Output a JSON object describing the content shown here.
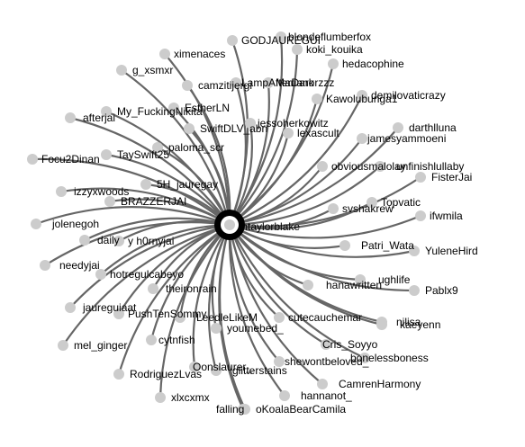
{
  "graph": {
    "center_label": "thtaylorblake",
    "node_color": "#cccccc",
    "edge_color": "#666666",
    "hub_color": "#000000",
    "nodes": [
      "GODJAUREGUI",
      "blondeflumberfox",
      "koki_kouika",
      "ximenaces",
      "hedacophine",
      "g_xsmxr",
      "camzitijergi",
      "LampAfterDark",
      "Marianorzzz",
      "Kawolubunga1",
      "demilovaticrazy",
      "EstherLN",
      "My_FuckingNikita",
      "afterjai",
      "SwiftDLV_abn",
      "jessoherkowitz",
      "lexascult",
      "darthlluna",
      "jamesyammoeni",
      "paloma_scr",
      "Focu2Dinan",
      "TaySwift25",
      "obviousmalolay",
      "unfinishlullaby",
      "FisterJai",
      "5H_jauregay",
      "izzyxwoods",
      "BRAZZERJAI",
      "Topvatic",
      "svshakrew",
      "ifwmila",
      "jolenegoh",
      "daily",
      "y h0rnyjai",
      "Patri_Wata",
      "YuleneHird",
      "needyjai",
      "hotregulcabeyo",
      "ughlife",
      "theironrain",
      "hanawritten",
      "Pablx9",
      "jaureguiaat",
      "PushTenSommy",
      "cutecauchemar",
      "nilisa",
      "kaeyenn",
      "LeedleLikeM",
      "mel_ginger",
      "cytnfish",
      "youmebed_",
      "Cris_Soyyo",
      "bonelessboness",
      "RodriguezLvas",
      "Oonslaurer_",
      "shewontbeloved_",
      "glitterstains",
      "CamrenHarmony",
      "xlxcxmx",
      "hannanot_",
      "falling",
      "oKoalaBearCamila"
    ]
  }
}
